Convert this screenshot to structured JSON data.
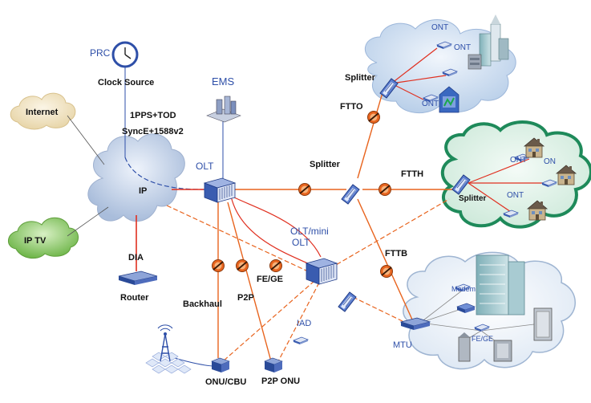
{
  "labels": {
    "prc": "PRC",
    "clock_source": "Clock Source",
    "internet": "Internet",
    "pps_tod": "1PPS+TOD",
    "synce": "SyncE+1588v2",
    "ems": "EMS",
    "olt": "OLT",
    "ip": "IP",
    "ip_tv": "IP TV",
    "dia": "DIA",
    "router": "Router",
    "splitter_top": "Splitter",
    "ftto": "FTTO",
    "ont_top_1": "ONT",
    "ont_top_2": "ONT",
    "ont_top_3": "ONT",
    "splitter_mid": "Splitter",
    "ftth": "FTTH",
    "splitter_right": "Splitter",
    "ont_mid_1": "ONT",
    "ont_mid_2": "ON",
    "ont_mid_3": "ONT",
    "olt_mini_1": "OLT/mini",
    "olt_mini_2": "OLT",
    "fttb": "FTTB",
    "fe_ge_left": "FE/GE",
    "p2p": "P2P",
    "backhaul": "Backhaul",
    "iad": "IAD",
    "onu_cbu": "ONU/CBU",
    "p2p_onu": "P2P ONU",
    "mtu": "MTU",
    "modem": "Modem",
    "fe_ge_right": "FE/GE"
  },
  "colors": {
    "fiber": "#e8641e",
    "cloud_ip": "#c9d6ea",
    "cloud_internet": "#f2e6c8",
    "cloud_iptv": "#9fd27a",
    "cloud_ftto": "#cfe0f4",
    "cloud_ftth": "#d9efe4",
    "cloud_ftth_border": "#1e8a5a",
    "label_blue": "#2e4fa8",
    "device_blue": "#3a5cb0"
  },
  "icons": {
    "clock": "clock-icon",
    "ems": "ems-server-icon",
    "olt": "olt-chassis-icon",
    "router": "router-icon",
    "splitter": "splitter-icon",
    "ont": "ont-device-icon",
    "house": "house-icon",
    "building": "building-icon",
    "tower": "cell-tower-icon",
    "onu": "onu-device-icon",
    "mtu": "mtu-switch-icon",
    "attenuator": "fiber-connector-icon"
  }
}
